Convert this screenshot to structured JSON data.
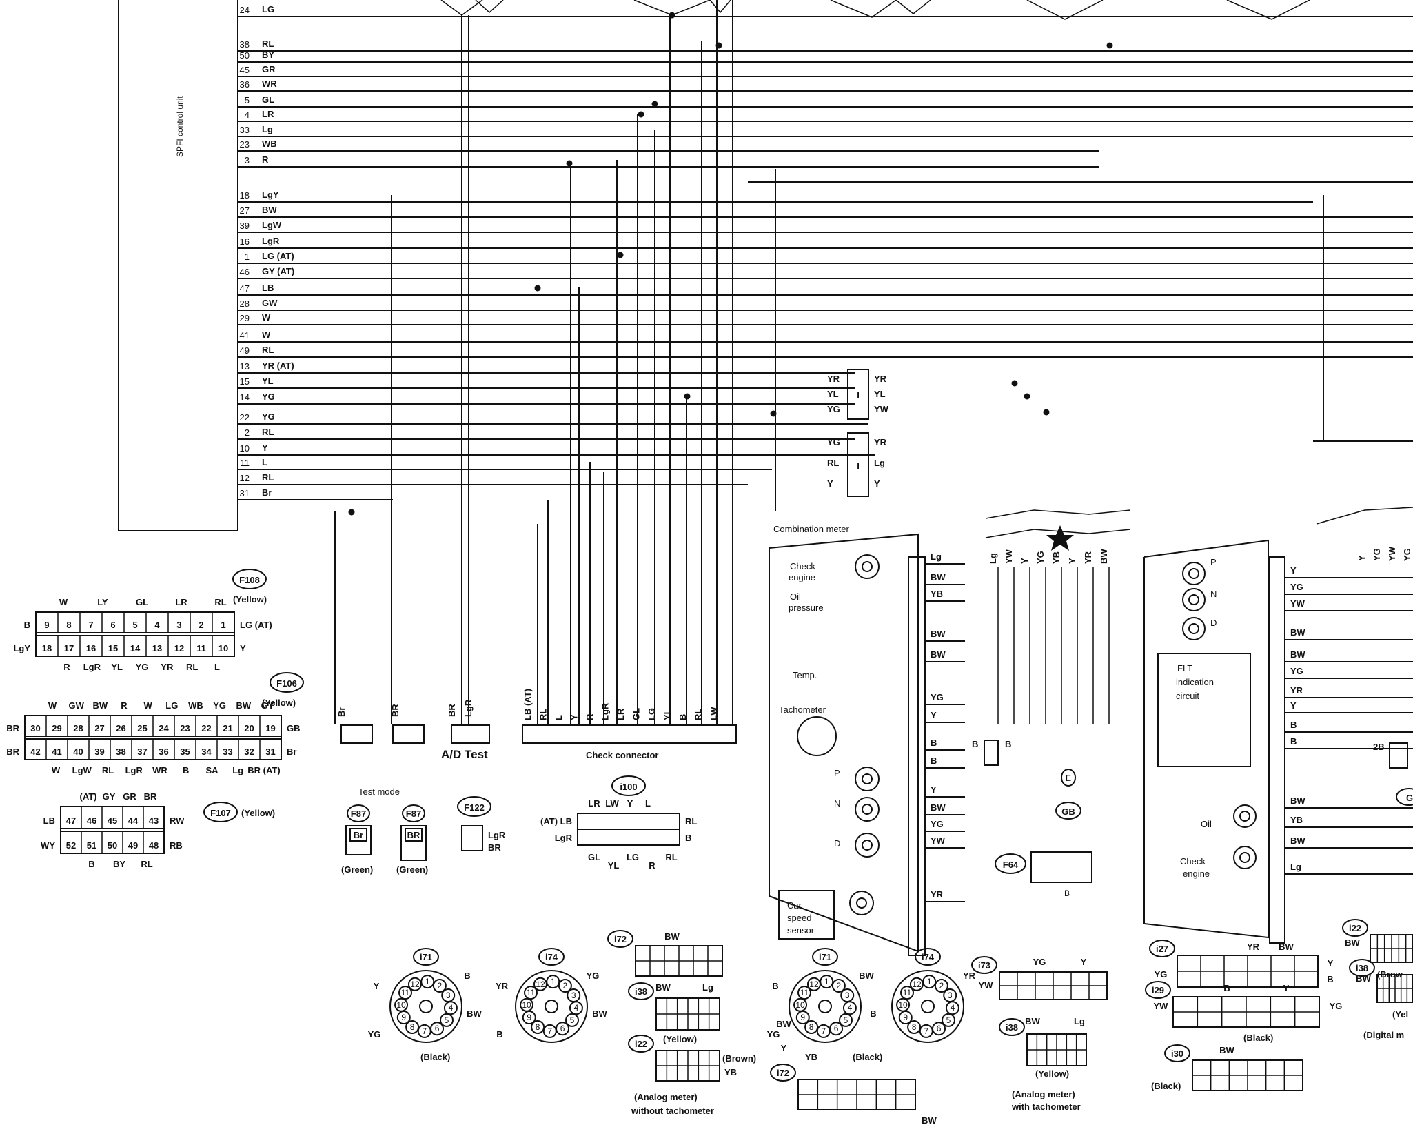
{
  "title": "SPFI control unit",
  "ecu_pins": [
    {
      "pin": "24",
      "wire": "LG"
    },
    {
      "pin": "38",
      "wire": "RL"
    },
    {
      "pin": "50",
      "wire": "BY"
    },
    {
      "pin": "45",
      "wire": "GR"
    },
    {
      "pin": "36",
      "wire": "WR"
    },
    {
      "pin": "5",
      "wire": "GL"
    },
    {
      "pin": "4",
      "wire": "LR"
    },
    {
      "pin": "33",
      "wire": "Lg"
    },
    {
      "pin": "23",
      "wire": "WB"
    },
    {
      "pin": "3",
      "wire": "R"
    },
    {
      "pin": "18",
      "wire": "LgY"
    },
    {
      "pin": "27",
      "wire": "BW"
    },
    {
      "pin": "39",
      "wire": "LgW"
    },
    {
      "pin": "16",
      "wire": "LgR"
    },
    {
      "pin": "1",
      "wire": "LG (AT)"
    },
    {
      "pin": "46",
      "wire": "GY (AT)"
    },
    {
      "pin": "47",
      "wire": "LB"
    },
    {
      "pin": "28",
      "wire": "GW"
    },
    {
      "pin": "29",
      "wire": "W"
    },
    {
      "pin": "41",
      "wire": "W"
    },
    {
      "pin": "49",
      "wire": "RL"
    },
    {
      "pin": "13",
      "wire": "YR (AT)"
    },
    {
      "pin": "15",
      "wire": "YL"
    },
    {
      "pin": "14",
      "wire": "YG"
    },
    {
      "pin": "22",
      "wire": "YG"
    },
    {
      "pin": "2",
      "wire": "RL"
    },
    {
      "pin": "10",
      "wire": "Y"
    },
    {
      "pin": "11",
      "wire": "L"
    },
    {
      "pin": "12",
      "wire": "RL"
    },
    {
      "pin": "31",
      "wire": "Br"
    }
  ],
  "connectors": {
    "f108": {
      "id": "F108",
      "color": "(Yellow)",
      "top_pins": [
        "9",
        "8",
        "7",
        "6",
        "5",
        "4",
        "3",
        "2",
        "1"
      ],
      "bottom_pins": [
        "18",
        "17",
        "16",
        "15",
        "14",
        "13",
        "12",
        "11",
        "10"
      ],
      "top_wires": [
        "W",
        "LY",
        "GL",
        "LR",
        "RL"
      ],
      "bottom_wires": [
        "R",
        "LgR",
        "YL",
        "YG",
        "YR",
        "RL",
        "L"
      ],
      "left_top": "B",
      "left_bottom": "LgY",
      "right_top": "LG (AT)",
      "right_bottom": "Y"
    },
    "f106": {
      "id": "F106",
      "color": "(Yellow)",
      "top_pins": [
        "30",
        "29",
        "28",
        "27",
        "26",
        "25",
        "24",
        "23",
        "22",
        "21",
        "20",
        "19"
      ],
      "bottom_pins": [
        "42",
        "41",
        "40",
        "39",
        "38",
        "37",
        "36",
        "35",
        "34",
        "33",
        "32",
        "31"
      ],
      "top_wires": [
        "W",
        "GW",
        "BW",
        "R",
        "W",
        "LG",
        "WB",
        "YG",
        "BW",
        "GY"
      ],
      "bottom_wires": [
        "W",
        "LgW",
        "RL",
        "LgR",
        "WR",
        "B",
        "SA",
        "Lg",
        "BR (AT)"
      ],
      "left_top": "BR",
      "left_bottom": "BR",
      "right_top": "GB",
      "right_bottom": "Br"
    },
    "f107": {
      "id": "F107",
      "color": "(Yellow)",
      "top_pins": [
        "47",
        "46",
        "45",
        "44",
        "43"
      ],
      "bottom_pins": [
        "52",
        "51",
        "50",
        "49",
        "48"
      ],
      "top_wires": [
        "(AT)",
        "GY",
        "GR",
        "BR"
      ],
      "bottom_wires": [
        "B",
        "BY",
        "RL"
      ],
      "left_top": "LB",
      "left_bottom": "WY",
      "right_top": "RW",
      "right_bottom": "RB"
    },
    "test_mode": "Test mode",
    "f87a": {
      "id": "F87",
      "pin": "Br",
      "color": "(Green)"
    },
    "f87b": {
      "id": "F87",
      "pin": "BR",
      "color": "(Green)"
    },
    "f122": {
      "id": "F122",
      "wires": [
        "LgR",
        "BR"
      ]
    },
    "i100": {
      "id": "i100",
      "top_wires": [
        "LR",
        "LW",
        "Y",
        "L"
      ],
      "bottom_wires": [
        "GL",
        "YL",
        "LG",
        "R",
        "RL"
      ],
      "left_top": "(AT) LB",
      "left_bottom": "LgR",
      "right_top": "RL",
      "right_bottom": "B"
    },
    "f64": {
      "id": "F64",
      "wire": "B"
    },
    "gb": "GB",
    "e": "E",
    "i72a": {
      "id": "i72",
      "wire": "BW"
    },
    "i38a": {
      "id": "i38",
      "wires": [
        "BW",
        "Lg"
      ],
      "color": "(Yellow)"
    },
    "i22a": {
      "id": "i22",
      "wire": "YB",
      "color": "(Brown)"
    },
    "analog_no_tach": [
      "(Analog meter)",
      "without tachometer"
    ],
    "i71a": {
      "id": "i71",
      "color": "(Black)",
      "pins": [
        "1",
        "2",
        "3",
        "4",
        "5",
        "6",
        "7",
        "8",
        "9",
        "10",
        "11",
        "12"
      ],
      "wires": [
        "B",
        "Y",
        "BW",
        "YG"
      ]
    },
    "i74a": {
      "id": "i74",
      "pins": [
        "1",
        "2",
        "3",
        "4",
        "5",
        "6",
        "7",
        "8",
        "9",
        "10",
        "11",
        "12"
      ],
      "wires": [
        "YG",
        "YR",
        "BW",
        "B"
      ]
    },
    "i71b": {
      "id": "i71",
      "color": "(Black)",
      "pins": [
        "1",
        "2",
        "3",
        "4",
        "5",
        "6",
        "7",
        "8",
        "9",
        "10",
        "11",
        "12"
      ],
      "wires": [
        "BW",
        "B",
        "B",
        "YG",
        "BW",
        "Y",
        "YB"
      ]
    },
    "i74b": {
      "id": "i74",
      "pins": [
        "1",
        "2",
        "3",
        "4",
        "5",
        "6",
        "7",
        "8",
        "9",
        "10",
        "11",
        "12"
      ],
      "wires": [
        "YR"
      ]
    },
    "i72b": {
      "id": "i72",
      "wire": "BW"
    },
    "i73": {
      "id": "i73",
      "wires": [
        "YG",
        "Y",
        "YW"
      ]
    },
    "i38b": {
      "id": "i38",
      "wires": [
        "BW",
        "Lg"
      ],
      "color": "(Yellow)"
    },
    "analog_tach": [
      "(Analog meter)",
      "with tachometer"
    ],
    "i27": {
      "id": "i27",
      "wires": [
        "YR",
        "BW",
        "Y",
        "B",
        "YG"
      ]
    },
    "i29": {
      "id": "i29",
      "wires": [
        "B",
        "Y",
        "YW",
        "YG"
      ],
      "color": "(Black)"
    },
    "i30": {
      "id": "i30",
      "wire": "BW",
      "color": "(Black)"
    },
    "i22b": {
      "id": "i22",
      "wire": "BW",
      "color": "(Brow"
    },
    "i38c": {
      "id": "i38",
      "wire": "BW",
      "color": "(Yel"
    },
    "digital": "(Digital m"
  },
  "splices": [
    {
      "left": [
        "YR",
        "YL",
        "YG"
      ],
      "right": [
        "YR",
        "YL",
        "YW"
      ],
      "mark": "I"
    },
    {
      "left": [
        "YG",
        "RL",
        "Y"
      ],
      "right": [
        "YR",
        "Lg",
        "Y"
      ],
      "mark": "I"
    }
  ],
  "ad_test": {
    "label": "A/D Test",
    "wires": [
      "Br",
      "BR",
      "BR",
      "LgR"
    ]
  },
  "check_connector": {
    "label": "Check connector",
    "wires": [
      "LB (AT)",
      "RL",
      "L",
      "Y",
      "R",
      "LgR",
      "LR",
      "GL",
      "LG",
      "YL",
      "B",
      "RL",
      "LW"
    ]
  },
  "combination_meter": {
    "title": "Combination meter",
    "labels": [
      "Check",
      "engine",
      "Oil",
      "pressure",
      "Temp.",
      "Tachometer",
      "P",
      "N",
      "D",
      "Car",
      "speed",
      "sensor"
    ],
    "right_wires": [
      "Lg",
      "BW",
      "YB",
      "BW",
      "BW",
      "YG",
      "Y",
      "B",
      "B",
      "Y",
      "BW",
      "YG",
      "YW",
      "YR"
    ],
    "b_pair": [
      "B",
      "B"
    ]
  },
  "harness_top": [
    "Lg",
    "YW",
    "Y",
    "YG",
    "YB",
    "Y",
    "YR",
    "BW"
  ],
  "right_panel": {
    "labels": [
      "P",
      "N",
      "D",
      "FLT",
      "indication",
      "circuit",
      "Oil",
      "Check",
      "engine"
    ],
    "right_wires": [
      "Y",
      "YG",
      "YW",
      "BW",
      "BW",
      "YG",
      "YR",
      "Y",
      "B",
      "B",
      "BW",
      "YB",
      "BW",
      "Lg"
    ],
    "harness_top": [
      "Y",
      "YG",
      "YW",
      "YG"
    ],
    "edge_labels": [
      "2B",
      "GE"
    ]
  }
}
